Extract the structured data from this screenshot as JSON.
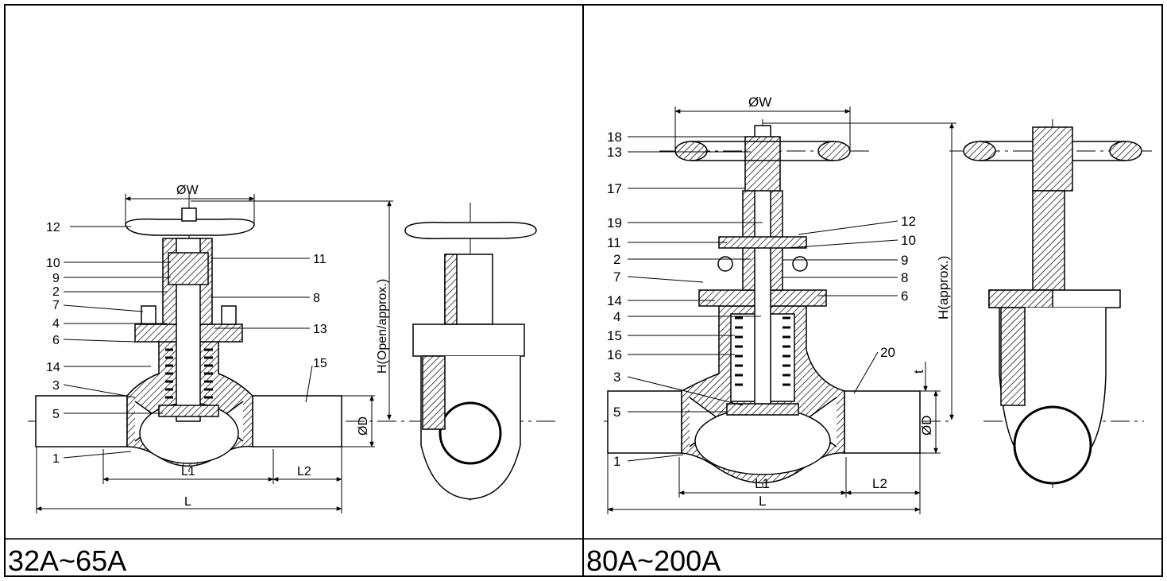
{
  "panels": [
    {
      "size_range": "32A~65A",
      "dims": {
        "w": "ØW",
        "h": "H(Open/approx.)",
        "d": "ØD",
        "l": "L",
        "l1": "L1",
        "l2": "L2"
      },
      "callouts": [
        "1",
        "2",
        "3",
        "4",
        "5",
        "6",
        "7",
        "8",
        "9",
        "10",
        "11",
        "12",
        "13",
        "14",
        "15"
      ]
    },
    {
      "size_range": "80A~200A",
      "dims": {
        "w": "ØW",
        "h": "H(approx.)",
        "d": "ØD",
        "l": "L",
        "l1": "L1",
        "l2": "L2",
        "t": "t"
      },
      "callouts": [
        "1",
        "2",
        "3",
        "4",
        "5",
        "6",
        "7",
        "8",
        "9",
        "10",
        "11",
        "12",
        "13",
        "14",
        "15",
        "16",
        "17",
        "18",
        "19",
        "20"
      ]
    }
  ]
}
